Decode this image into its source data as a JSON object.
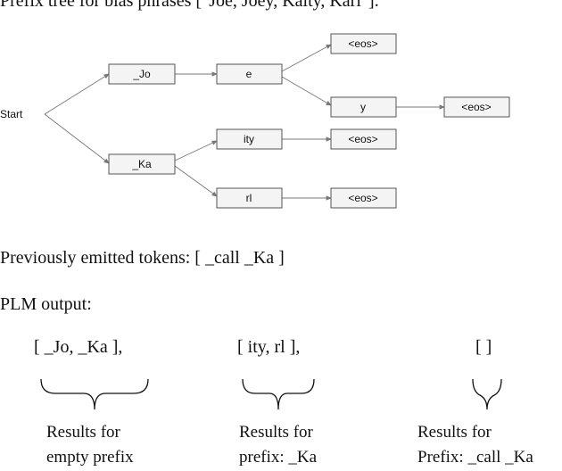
{
  "caption": "Prefix tree for bias phrases [\"Joe, Joey, Kaity, Karl\"].",
  "tree": {
    "start_label": "Start",
    "nodes": {
      "jo": "_Jo",
      "ka": "_Ka",
      "e": "e",
      "y": "y",
      "ity": "ity",
      "rl": "rl",
      "eos1": "<eos>",
      "eos2": "<eos>",
      "eos3": "<eos>",
      "eos4": "<eos>"
    }
  },
  "previous_tokens": "Previously emitted tokens: [ _call _Ka ]",
  "plm_label": "PLM output:",
  "outputs": [
    {
      "list": "[ _Jo,  _Ka ],",
      "label_line1": "Results for",
      "label_line2": "empty prefix"
    },
    {
      "list": "[ ity, rl ],",
      "label_line1": "Results for",
      "label_line2": "prefix: _Ka"
    },
    {
      "list": "[ ]",
      "label_line1": "Results for",
      "label_line2": "Prefix: _call _Ka"
    }
  ]
}
